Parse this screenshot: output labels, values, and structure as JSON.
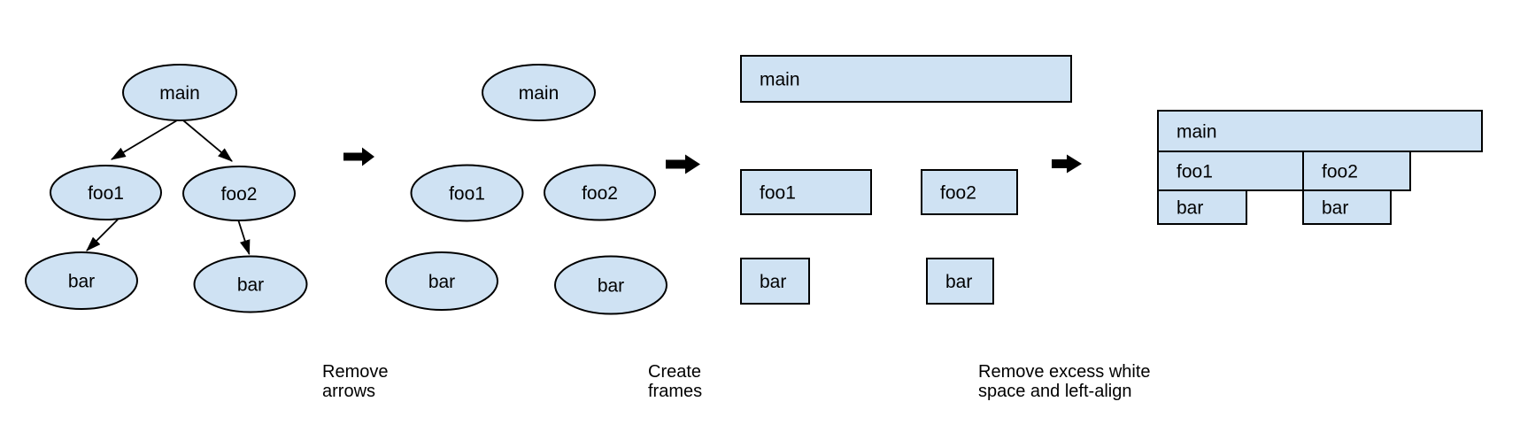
{
  "colors": {
    "background": "#ffffff",
    "node_fill": "#cfe2f3",
    "node_stroke": "#000000",
    "arrow": "#000000",
    "text": "#000000"
  },
  "icons": {
    "transform_arrow": "➡"
  },
  "stages": [
    {
      "id": "call-tree",
      "nodes": [
        {
          "label": "main"
        },
        {
          "label": "foo1"
        },
        {
          "label": "foo2"
        },
        {
          "label": "bar"
        },
        {
          "label": "bar"
        }
      ]
    },
    {
      "id": "arrows-removed",
      "nodes": [
        {
          "label": "main"
        },
        {
          "label": "foo1"
        },
        {
          "label": "foo2"
        },
        {
          "label": "bar"
        },
        {
          "label": "bar"
        }
      ]
    },
    {
      "id": "frames",
      "nodes": [
        {
          "label": "main"
        },
        {
          "label": "foo1"
        },
        {
          "label": "foo2"
        },
        {
          "label": "bar"
        },
        {
          "label": "bar"
        }
      ]
    },
    {
      "id": "flame-graph",
      "nodes": [
        {
          "label": "main"
        },
        {
          "label": "foo1"
        },
        {
          "label": "foo2"
        },
        {
          "label": "bar"
        },
        {
          "label": "bar"
        }
      ]
    }
  ],
  "captions": [
    {
      "lines": [
        "Remove",
        "arrows"
      ]
    },
    {
      "lines": [
        "Create",
        "frames"
      ]
    },
    {
      "lines": [
        "Remove excess white",
        "space and left-align"
      ]
    }
  ]
}
